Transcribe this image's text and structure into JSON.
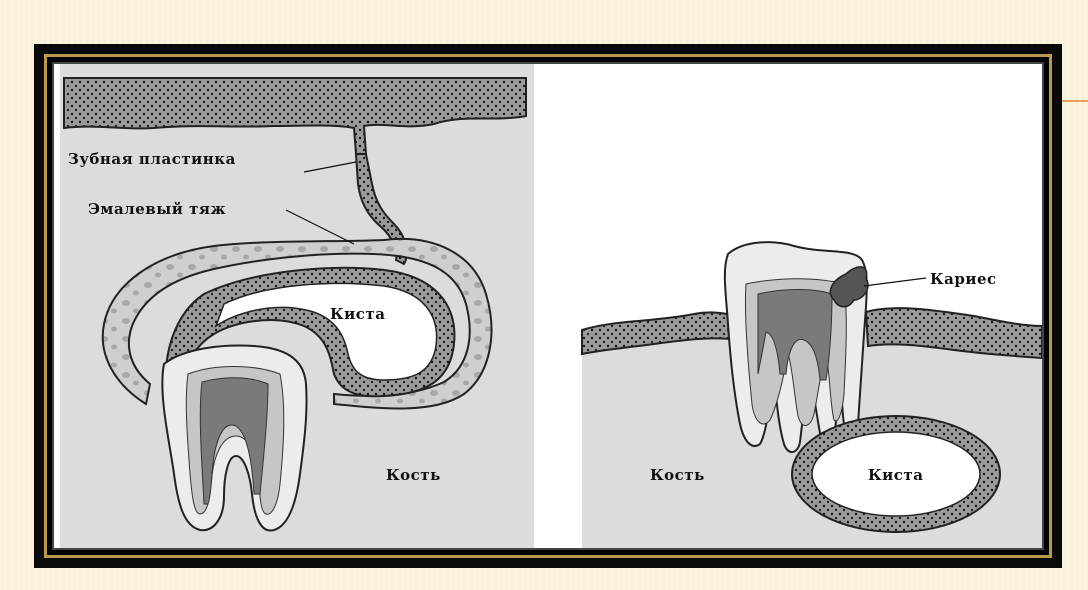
{
  "labels": {
    "dental_lamina": "Зубная пластинка",
    "enamel_cord": "Эмалевый тяж",
    "cyst_left": "Киста",
    "bone_left": "Кость",
    "caries": "Кариес",
    "bone_right": "Кость",
    "cyst_right": "Киста"
  },
  "colors": {
    "bone": "#dcdcdc",
    "epithelium": "#8a8a8a",
    "enamel": "#c6c6c6",
    "pulp": "#7a7a7a",
    "caries": "#555555",
    "frame": "#0a0a0a",
    "frame_gold": "#b99a4a"
  }
}
